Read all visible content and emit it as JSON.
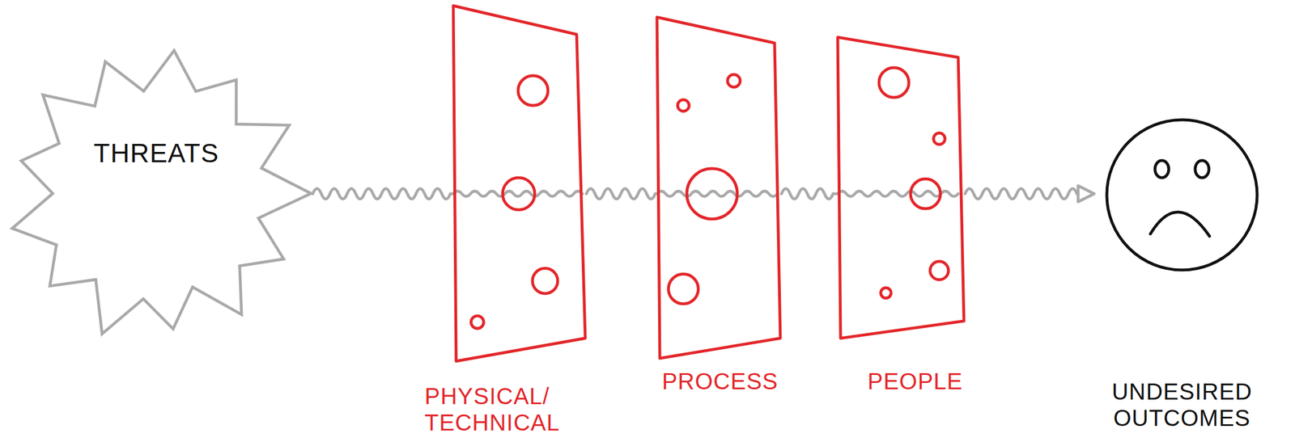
{
  "diagram": {
    "nodes": [
      {
        "text": [
          "THREATS"
        ]
      },
      {
        "text": [
          "PHYSICAL/ TECHNICAL"
        ]
      },
      {
        "text": [
          "PROCESS"
        ]
      },
      {
        "text": [
          "PEOPLE"
        ]
      },
      {
        "text": [
          "UNDESIRED OUTCOMES"
        ]
      }
    ],
    "edges": [
      {
        "from": 0,
        "to": 1,
        "arrow": "none"
      },
      {
        "from": 1,
        "to": 2,
        "arrow": "none"
      },
      {
        "from": 2,
        "to": 3,
        "arrow": "none"
      },
      {
        "from": 3,
        "to": 4,
        "arrow": "to"
      }
    ]
  }
}
